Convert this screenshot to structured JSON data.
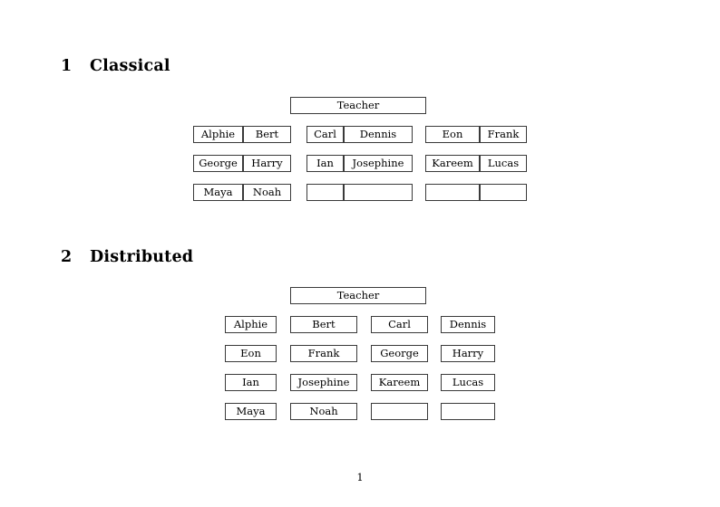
{
  "document": {
    "page_number": "1"
  },
  "sections": [
    {
      "number": "1",
      "title": "Classical",
      "root": {
        "label": "Teacher"
      },
      "groups": [
        {
          "rows": [
            [
              "Alphie",
              "Bert"
            ],
            [
              "George",
              "Harry"
            ],
            [
              "Maya",
              "Noah"
            ]
          ]
        },
        {
          "rows": [
            [
              "Carl",
              "Dennis"
            ],
            [
              "Ian",
              "Josephine"
            ],
            [
              "",
              ""
            ]
          ]
        },
        {
          "rows": [
            [
              "Eon",
              "Frank"
            ],
            [
              "Kareem",
              "Lucas"
            ],
            [
              "",
              ""
            ]
          ]
        }
      ]
    },
    {
      "number": "2",
      "title": "Distributed",
      "root": {
        "label": "Teacher"
      },
      "rows": [
        [
          "Alphie",
          "Bert",
          "Carl",
          "Dennis"
        ],
        [
          "Eon",
          "Frank",
          "George",
          "Harry"
        ],
        [
          "Ian",
          "Josephine",
          "Kareem",
          "Lucas"
        ],
        [
          "Maya",
          "Noah",
          "",
          ""
        ]
      ]
    }
  ],
  "colors": {
    "page_background": "#ffffff",
    "text": "#000000",
    "cell_border": "#3a3a3a"
  }
}
